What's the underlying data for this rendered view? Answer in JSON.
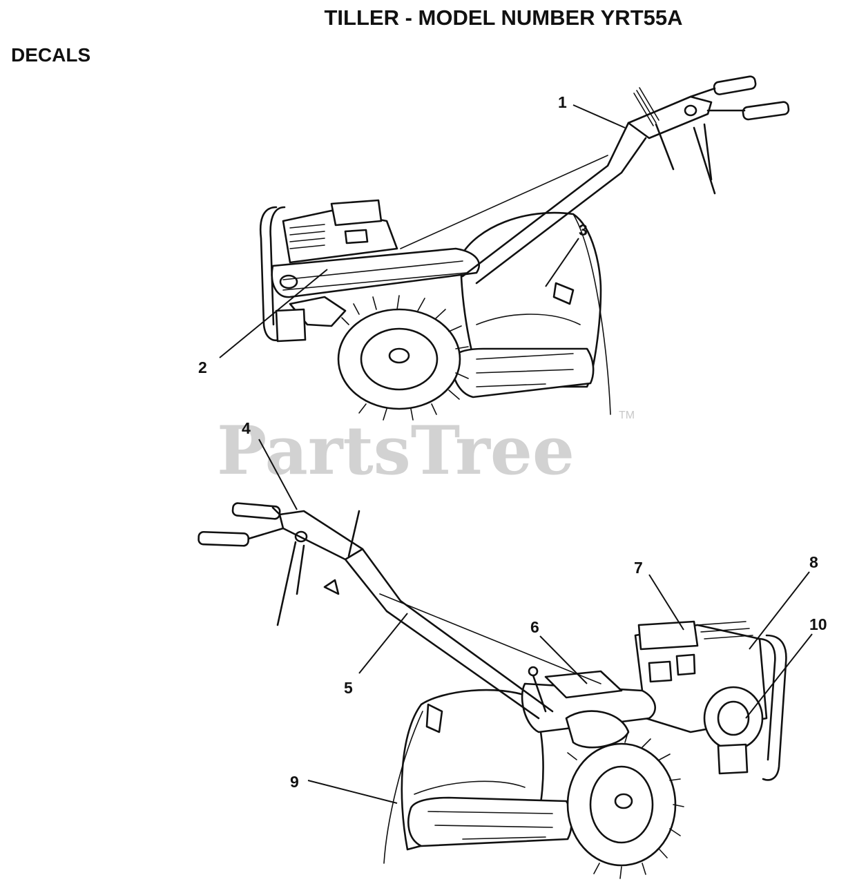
{
  "header": {
    "title": "TILLER - MODEL NUMBER YRT55A",
    "section": "DECALS"
  },
  "watermark": {
    "text": "PartsTree",
    "trademark": "TM",
    "color": "#d2d2d2"
  },
  "callouts": [
    "1",
    "2",
    "3",
    "4",
    "5",
    "6",
    "7",
    "8",
    "9",
    "10"
  ]
}
